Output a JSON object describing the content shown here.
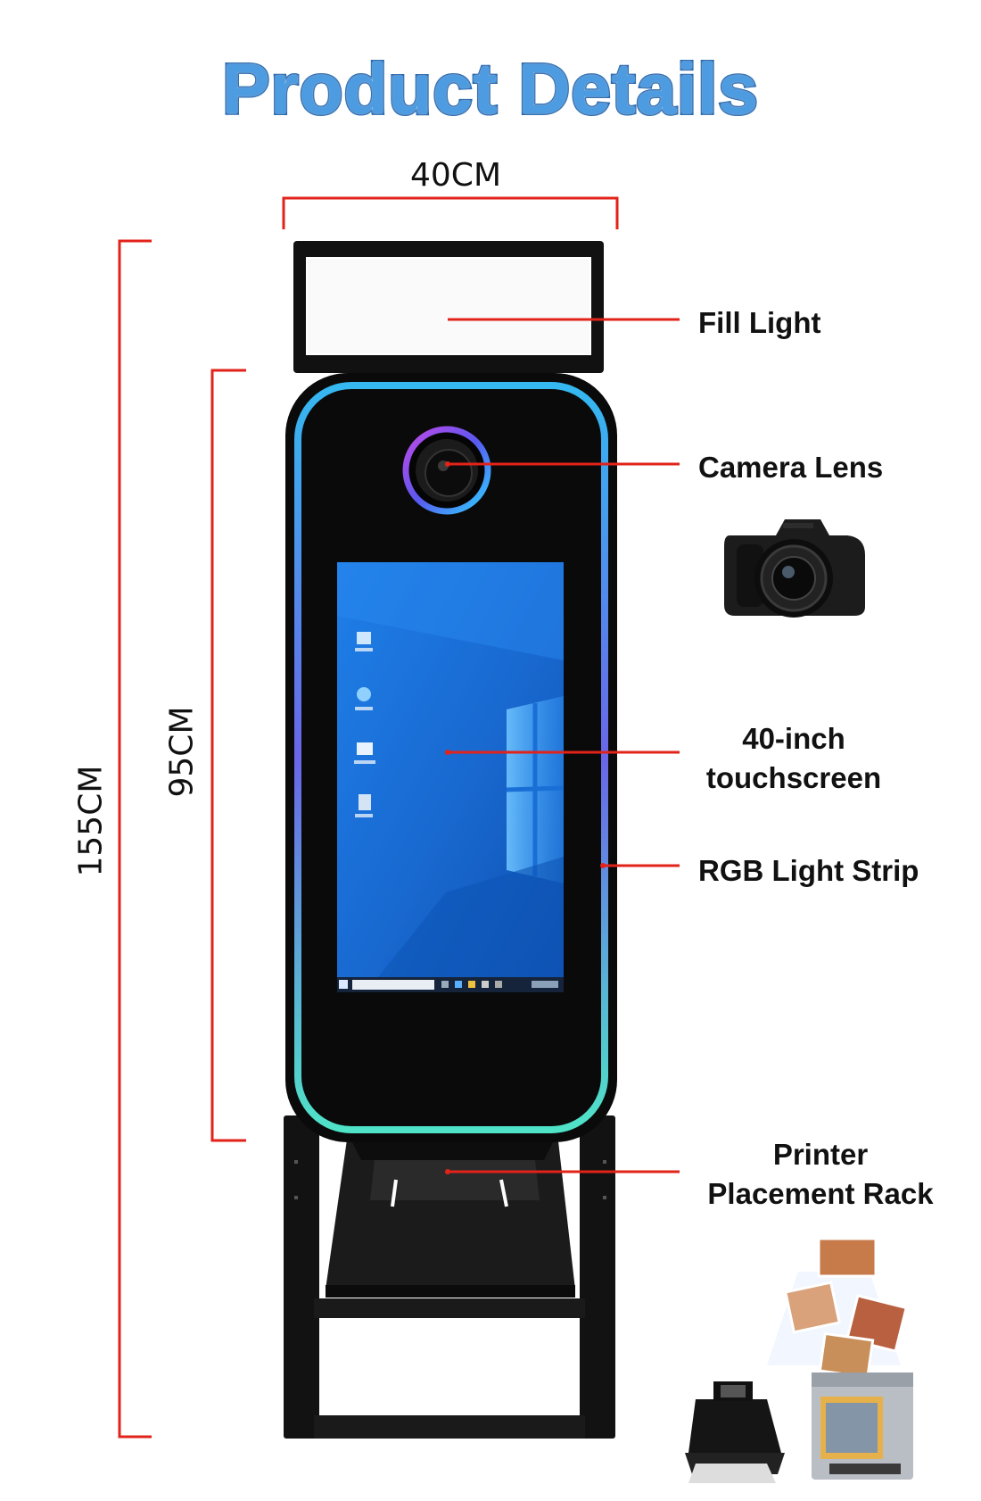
{
  "title": "Product Details",
  "dimensions": {
    "width": "40CM",
    "total_height": "155CM",
    "body_height": "95CM"
  },
  "labels": {
    "fill_light": "Fill Light",
    "camera_lens": "Camera Lens",
    "touchscreen": [
      "40-inch",
      "touchscreen"
    ],
    "rgb_strip": "RGB Light Strip",
    "printer_rack": [
      "Printer",
      "Placement Rack"
    ]
  },
  "colors": {
    "title_fill": "#4d9be0",
    "title_stroke": "#1f63ad",
    "dimension_line": "#e2231a",
    "led_top": "#35b8f0",
    "led_mid": "#6a66e8",
    "led_bottom": "#4fe3c8",
    "screen_blue": "#1a6fd6"
  }
}
